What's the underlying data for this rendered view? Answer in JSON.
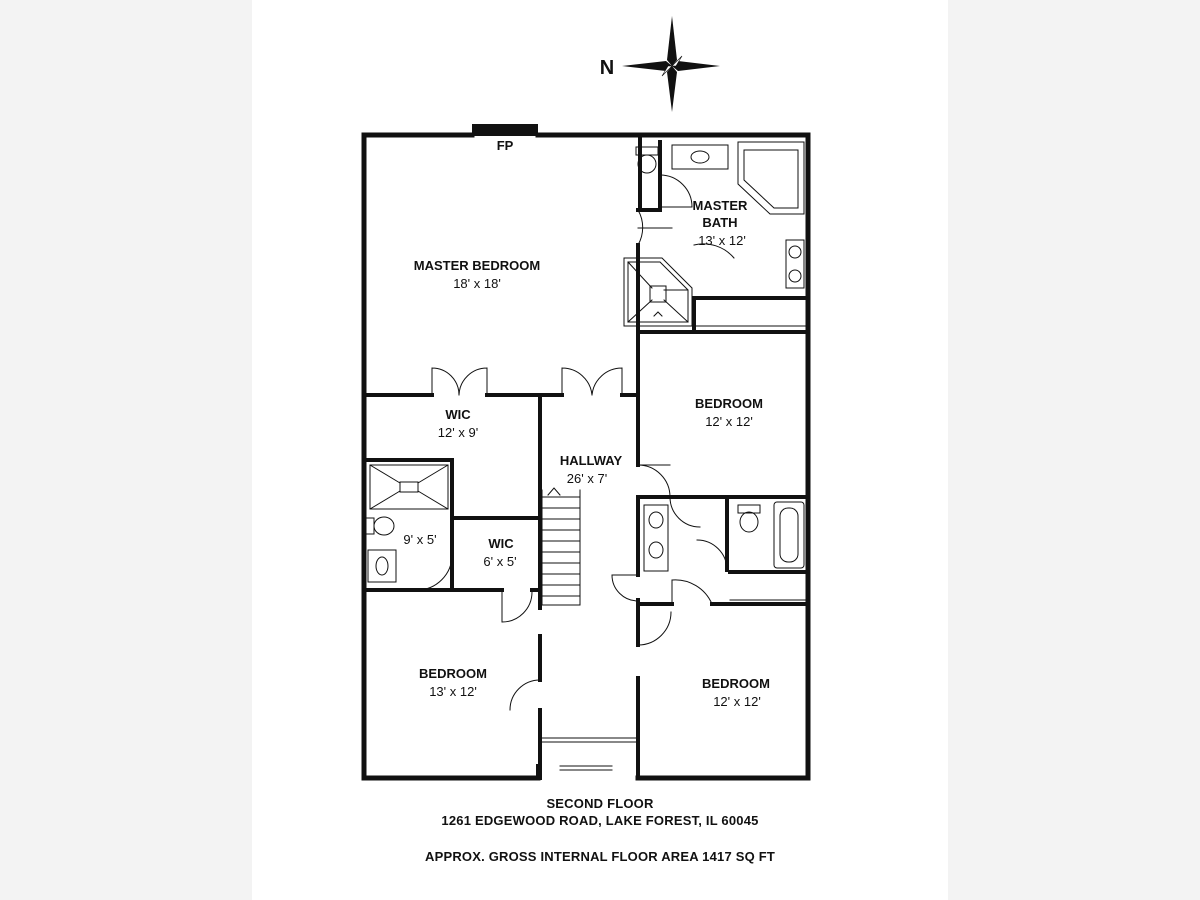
{
  "compass": {
    "north_label": "N"
  },
  "rooms": {
    "fireplace": "FP",
    "master_bedroom": {
      "name": "MASTER BEDROOM",
      "size": "18' x 18'"
    },
    "master_bath": {
      "name_line1": "MASTER",
      "name_line2": "BATH",
      "size": "13' x 12'"
    },
    "wic_large": {
      "name": "WIC",
      "size": "12' x 9'"
    },
    "hallway": {
      "name": "HALLWAY",
      "size": "26' x 7'"
    },
    "bedroom_east_upper": {
      "name": "BEDROOM",
      "size": "12' x 12'"
    },
    "bath_small": {
      "size": "9' x 5'"
    },
    "wic_small": {
      "name": "WIC",
      "size": "6' x 5'"
    },
    "bedroom_west_lower": {
      "name": "BEDROOM",
      "size": "13' x 12'"
    },
    "bedroom_east_lower": {
      "name": "BEDROOM",
      "size": "12' x 12'"
    }
  },
  "caption": {
    "floor": "SECOND FLOOR",
    "address": "1261 EDGEWOOD ROAD, LAKE FOREST, IL 60045",
    "area": "APPROX. GROSS INTERNAL FLOOR AREA 1417 SQ FT"
  }
}
